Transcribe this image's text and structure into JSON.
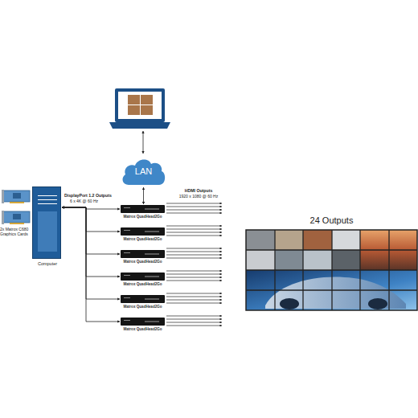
{
  "diagram": {
    "nodes": [
      {
        "text": [
          "LAN"
        ]
      },
      {
        "text": [
          "Computer"
        ]
      },
      {
        "text": [
          "Matrox QuadHead2Go"
        ]
      },
      {
        "text": [
          "Matrox QuadHead2Go"
        ]
      },
      {
        "text": [
          "Matrox QuadHead2Go"
        ]
      },
      {
        "text": [
          "Matrox QuadHead2Go"
        ]
      },
      {
        "text": [
          "Matrox QuadHead2Go"
        ]
      },
      {
        "text": [
          "Matrox QuadHead2Go"
        ]
      },
      {
        "text": [
          "24 Outputs"
        ]
      }
    ],
    "edges": [
      {
        "from": 0,
        "to": 2,
        "arrow": "both"
      },
      {
        "from": 1,
        "to": 2,
        "arrow": "both"
      },
      {
        "from": 1,
        "to": 3,
        "arrow": "both"
      },
      {
        "from": 1,
        "to": 4,
        "arrow": "both"
      },
      {
        "from": 1,
        "to": 5,
        "arrow": "both"
      },
      {
        "from": 1,
        "to": 6,
        "arrow": "both"
      },
      {
        "from": 1,
        "to": 7,
        "arrow": "both"
      }
    ],
    "labels": [
      "2x Matrox C680 Graphics Cards",
      "DisplayPort 1.2 Outputs",
      "6 x 4K @ 60 Hz",
      "HDMI Outputs",
      "1920 x 1080 @ 60 Hz"
    ]
  }
}
